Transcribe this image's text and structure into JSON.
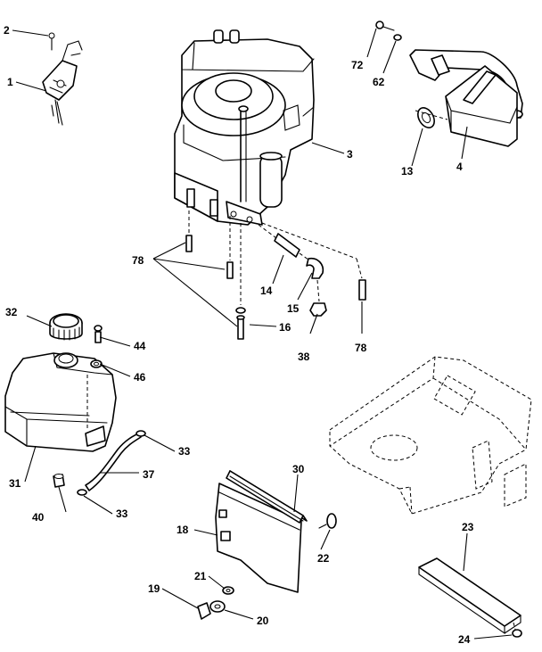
{
  "callouts": {
    "c1": "1",
    "c2": "2",
    "c3": "3",
    "c4": "4",
    "c13": "13",
    "c14": "14",
    "c15": "15",
    "c16": "16",
    "c18": "18",
    "c19": "19",
    "c20": "20",
    "c21": "21",
    "c22": "22",
    "c23": "23",
    "c24": "24",
    "c30": "30",
    "c31": "31",
    "c32": "32",
    "c33a": "33",
    "c33b": "33",
    "c37": "37",
    "c38": "38",
    "c40": "40",
    "c44": "44",
    "c46": "46",
    "c62": "62",
    "c72": "72",
    "c78a": "78",
    "c78b": "78"
  }
}
